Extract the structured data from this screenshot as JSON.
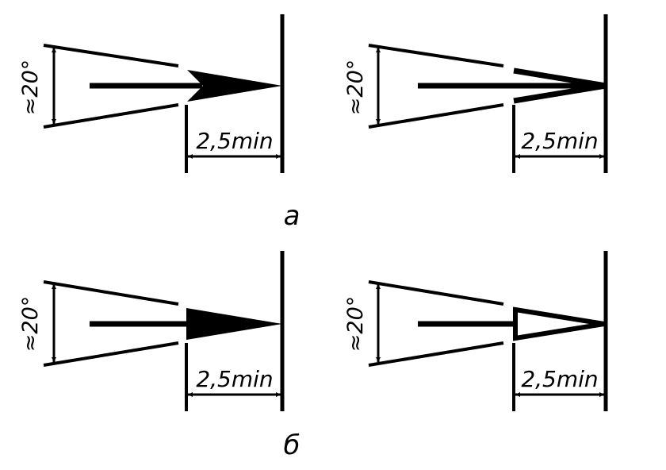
{
  "angle_label": "≈20°",
  "dimension_label": "2,5min",
  "group_labels": {
    "a": "а",
    "b": "б"
  },
  "variants": [
    {
      "id": "a-filled",
      "group": "а",
      "arrowhead": "filled, notched base"
    },
    {
      "id": "a-outline",
      "group": "а",
      "arrowhead": "open, notched base"
    },
    {
      "id": "b-filled",
      "group": "б",
      "arrowhead": "filled, flat base"
    },
    {
      "id": "b-outline",
      "group": "б",
      "arrowhead": "outline, flat base"
    }
  ]
}
